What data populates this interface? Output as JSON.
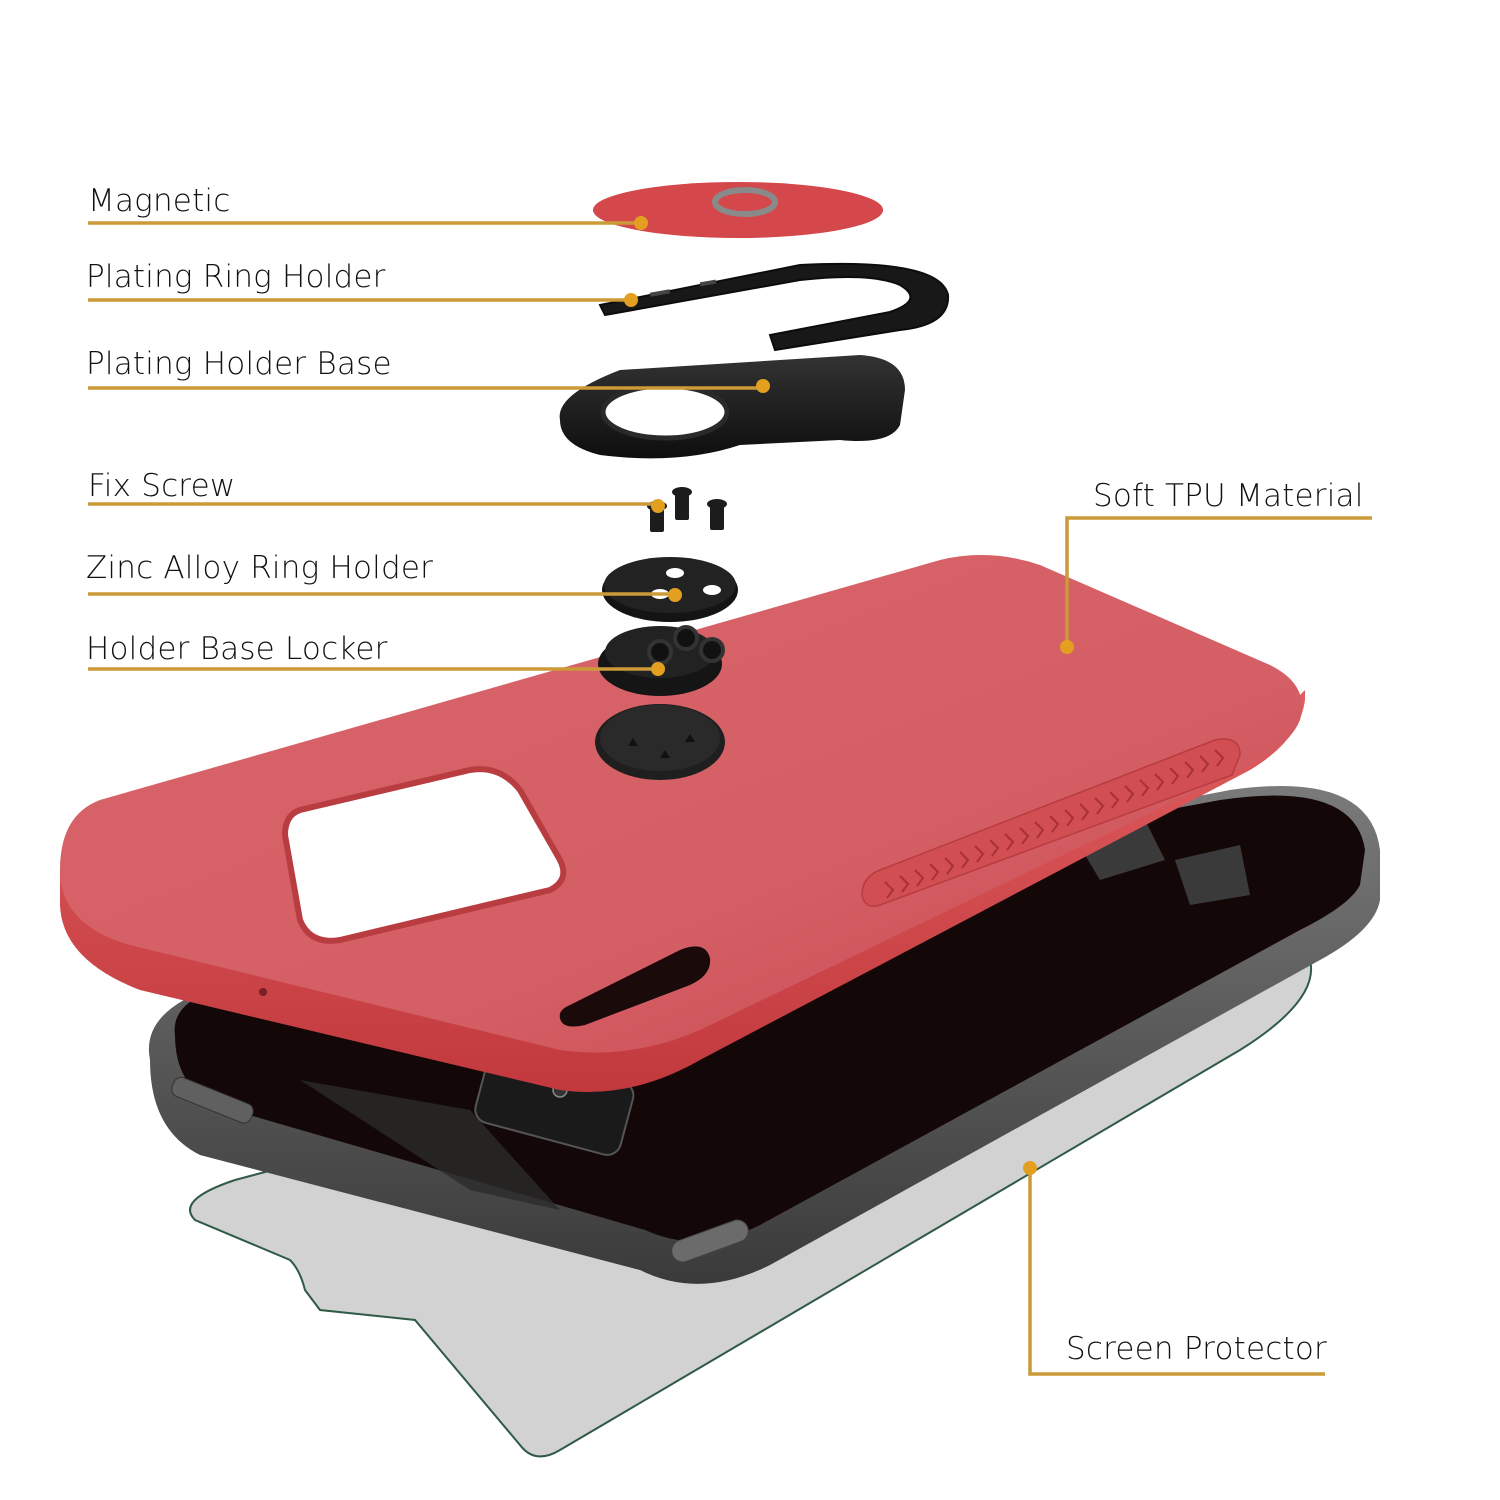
{
  "colors": {
    "background": "#ffffff",
    "leader_line": "#cc9a38",
    "leader_dot": "#e3a020",
    "case_red": "#d65a5c",
    "case_red_dark": "#c9474a",
    "part_black": "#1b1b1b",
    "phone_screen": "#140708",
    "phone_frame": "#5a5a5a",
    "protector_fill": "#d2d2d2",
    "protector_edge": "#2f5a45"
  },
  "callouts": [
    {
      "id": "magnetic",
      "label": "Magnetic",
      "side": "left"
    },
    {
      "id": "plating-ring-holder",
      "label": "Plating Ring Holder",
      "side": "left"
    },
    {
      "id": "plating-holder-base",
      "label": "Plating Holder Base",
      "side": "left"
    },
    {
      "id": "fix-screw",
      "label": "Fix Screw",
      "side": "left"
    },
    {
      "id": "zinc-alloy-ring-holder",
      "label": "Zinc Alloy Ring Holder",
      "side": "left"
    },
    {
      "id": "holder-base-locker",
      "label": "Holder Base Locker",
      "side": "left"
    },
    {
      "id": "soft-tpu-material",
      "label": "Soft TPU Material",
      "side": "right"
    },
    {
      "id": "screen-protector",
      "label": "Screen Protector",
      "side": "right"
    }
  ],
  "components": {
    "magnetic_plate": "red oval magnetic plate with grey logo",
    "ring_holder": "black U-shaped ring holder",
    "holder_base": "black oval holder base with round opening",
    "screws": "3 black fix screws",
    "zinc_plate": "black round plate with 3 holes",
    "base_locker": "black round locker with tri-hole hub",
    "bottom_disc": "black round disc",
    "case": "red TPU phone case with camera cutout and textured grip strip",
    "phone": "black smartphone with grey frame",
    "protector": "clear screen protector"
  }
}
